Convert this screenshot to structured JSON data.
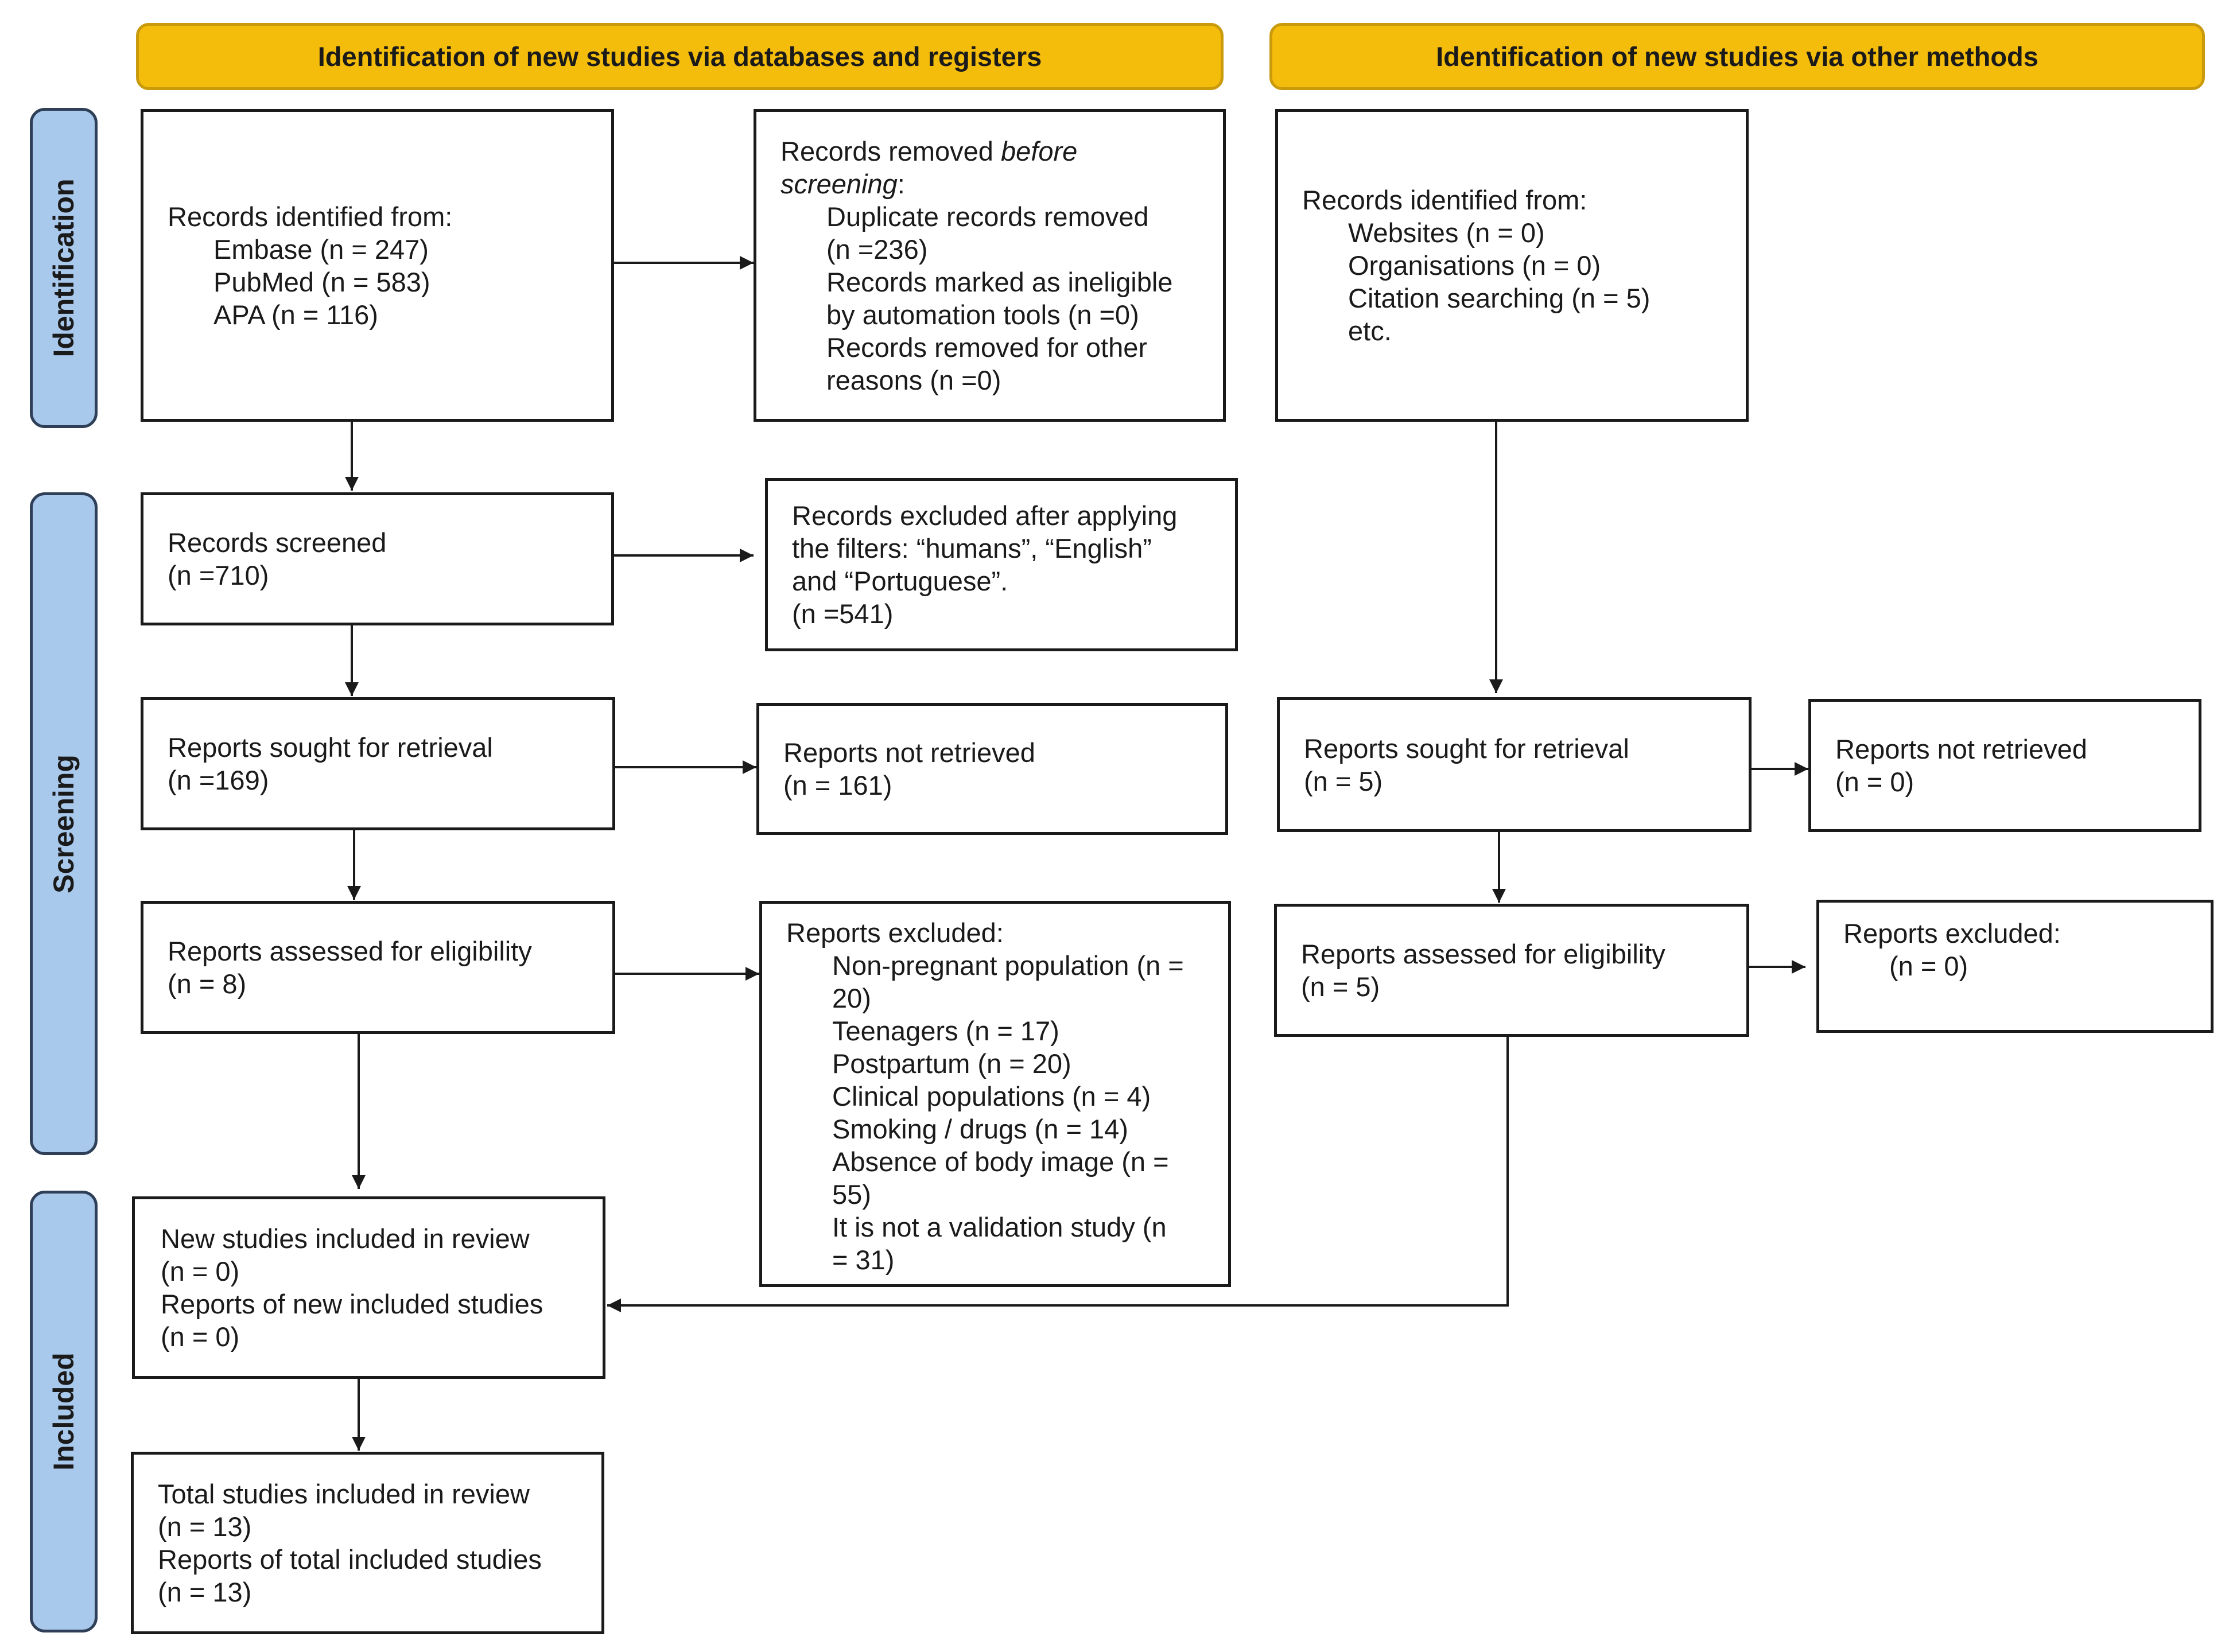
{
  "headers": {
    "databases": "Identification of new studies via databases and registers",
    "other": "Identification of new studies via other methods"
  },
  "phases": {
    "identification": "Identification",
    "screening": "Screening",
    "included": "Included"
  },
  "db": {
    "records_identified": {
      "title": "Records identified from:",
      "sources": [
        "Embase (n = 247)",
        "PubMed (n = 583)",
        "APA (n = 116)"
      ]
    },
    "records_removed": {
      "title_prefix": "Records removed ",
      "title_italic": "before",
      "title_line2_italic": "screening",
      "title_line2_suffix": ":",
      "lines": [
        "Duplicate records removed",
        "(n =236)",
        "Records marked as ineligible",
        "by automation tools (n =0)",
        "Records removed for other",
        "reasons (n =0)"
      ]
    },
    "records_screened": {
      "label": "Records screened",
      "count": "(n =710)"
    },
    "records_excluded": {
      "lines": [
        "Records excluded after applying",
        "the filters: “humans”, “English”",
        "and “Portuguese”.",
        "(n =541)"
      ]
    },
    "reports_sought": {
      "label": "Reports sought for retrieval",
      "count": "(n =169)"
    },
    "reports_not_retrieved": {
      "label": "Reports not retrieved",
      "count": "(n = 161)"
    },
    "reports_assessed": {
      "label": "Reports assessed for eligibility",
      "count": "(n = 8)"
    },
    "reports_excluded": {
      "title": "Reports excluded:",
      "lines": [
        "Non-pregnant population (n =",
        "20)",
        "Teenagers (n = 17)",
        "Postpartum (n = 20)",
        "Clinical populations (n = 4)",
        "Smoking / drugs (n = 14)",
        "Absence of body image (n =",
        "55)",
        "It is not a validation study (n",
        "= 31)"
      ]
    },
    "new_included": {
      "lines": [
        "New studies included in review",
        "(n = 0)",
        "Reports of new included studies",
        "(n = 0)"
      ]
    },
    "total_included": {
      "lines": [
        "Total studies included in review",
        "(n = 13)",
        "Reports of total included studies",
        "(n = 13)"
      ]
    }
  },
  "other": {
    "records_identified": {
      "title": "Records identified from:",
      "sources": [
        "Websites (n = 0)",
        "Organisations (n = 0)",
        "Citation searching (n = 5)",
        "etc."
      ]
    },
    "reports_sought": {
      "label": "Reports sought for retrieval",
      "count": "(n = 5)"
    },
    "reports_not_retrieved": {
      "label": "Reports not retrieved",
      "count": "(n = 0)"
    },
    "reports_assessed": {
      "label": "Reports assessed for eligibility",
      "count": "(n = 5)"
    },
    "reports_excluded": {
      "title": "Reports excluded:",
      "count": "(n = 0)"
    }
  }
}
